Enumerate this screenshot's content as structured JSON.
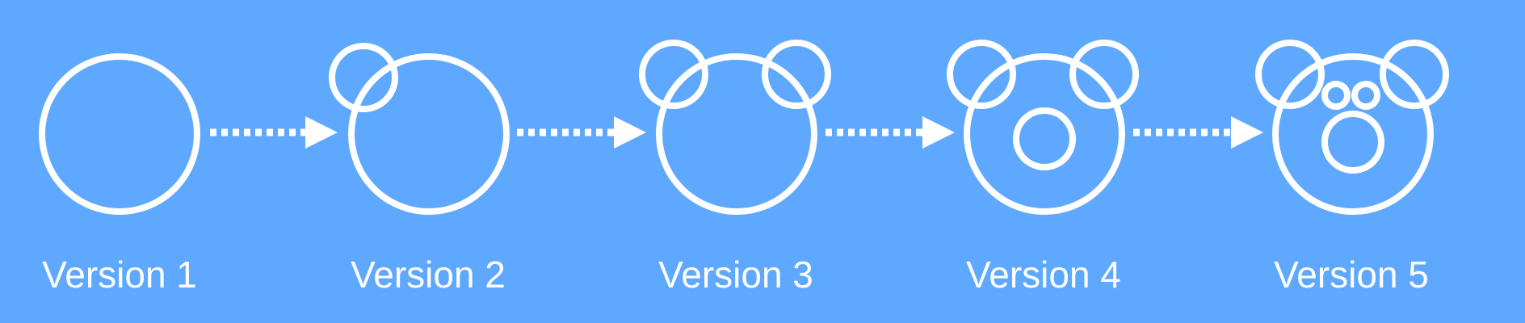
{
  "colors": {
    "background": "#5fa8ff",
    "stroke": "#ffffff"
  },
  "versions": [
    {
      "label": "Version 1"
    },
    {
      "label": "Version 2"
    },
    {
      "label": "Version 3"
    },
    {
      "label": "Version 4"
    },
    {
      "label": "Version 5"
    }
  ]
}
